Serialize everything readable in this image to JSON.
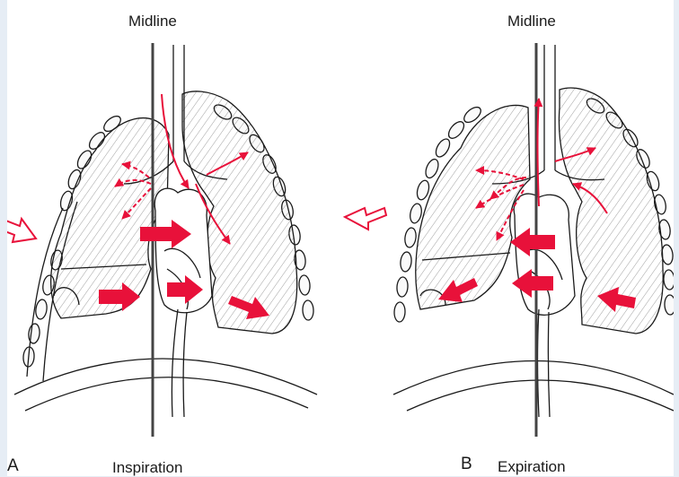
{
  "panels": [
    {
      "letter": "A",
      "midline_label": "Midline",
      "caption": "Inspiration"
    },
    {
      "letter": "B",
      "midline_label": "Midline",
      "caption": "Expiration"
    }
  ],
  "colors": {
    "arrow": "#e8113a",
    "line": "#1a1a1a",
    "midline": "#444444",
    "frame_bg": "#e6edf5"
  }
}
